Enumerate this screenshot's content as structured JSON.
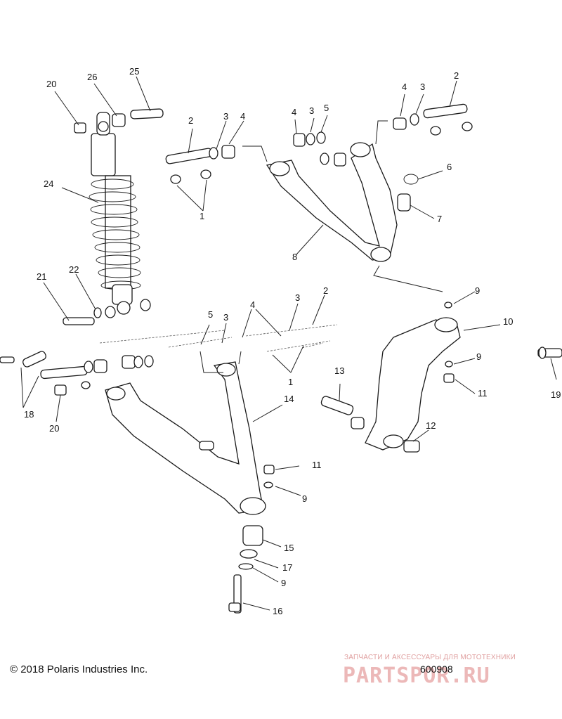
{
  "footer": {
    "copyright": "© 2018 Polaris Industries Inc.",
    "drawing_number": "600908"
  },
  "watermark": {
    "line": "ЗАПЧАСТИ И АКСЕССУАРЫ ДЛЯ МОТОТЕХНИКИ",
    "logo": "PARTSPOR.RU"
  },
  "callouts": [
    "20",
    "26",
    "25",
    "24",
    "21",
    "22",
    "2",
    "3",
    "4",
    "1",
    "5",
    "6",
    "7",
    "8",
    "9",
    "10",
    "11",
    "12",
    "13",
    "14",
    "18",
    "19",
    "15",
    "17",
    "16"
  ]
}
